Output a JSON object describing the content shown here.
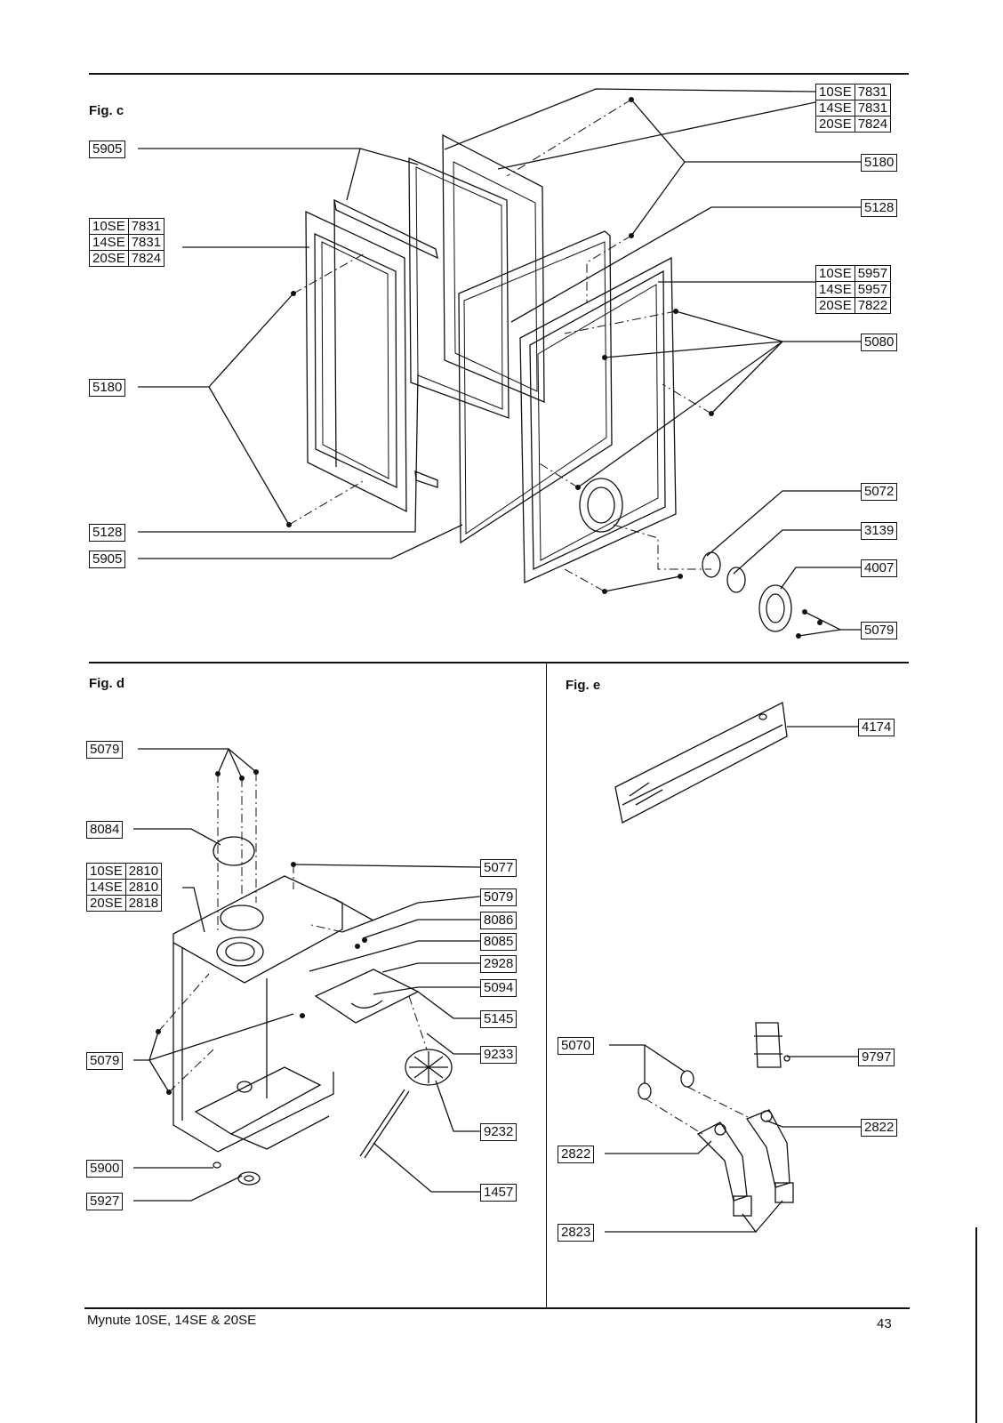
{
  "figures": {
    "c": {
      "title": "Fig. c"
    },
    "d": {
      "title": "Fig. d"
    },
    "e": {
      "title": "Fig. e"
    }
  },
  "fig_c": {
    "table_top_right": [
      [
        "10SE",
        "7831"
      ],
      [
        "14SE",
        "7831"
      ],
      [
        "20SE",
        "7824"
      ]
    ],
    "table_left": [
      [
        "10SE",
        "7831"
      ],
      [
        "14SE",
        "7831"
      ],
      [
        "20SE",
        "7824"
      ]
    ],
    "table_mid_right": [
      [
        "10SE",
        "5957"
      ],
      [
        "14SE",
        "5957"
      ],
      [
        "20SE",
        "7822"
      ]
    ],
    "labels": {
      "l5905a": "5905",
      "l5180a": "5180",
      "l5128a": "5128",
      "l5905b": "5905",
      "r5180": "5180",
      "r5128": "5128",
      "r5080": "5080",
      "r5072": "5072",
      "r3139": "3139",
      "r4007": "4007",
      "r5079": "5079"
    }
  },
  "fig_d": {
    "table_left": [
      [
        "10SE",
        "2810"
      ],
      [
        "14SE",
        "2810"
      ],
      [
        "20SE",
        "2818"
      ]
    ],
    "labels": {
      "l5079a": "5079",
      "l8084": "8084",
      "l5079b": "5079",
      "l5900": "5900",
      "l5927": "5927",
      "r5077": "5077",
      "r5079": "5079",
      "r8086": "8086",
      "r8085": "8085",
      "r2928": "2928",
      "r5094": "5094",
      "r5145": "5145",
      "r9233": "9233",
      "r9232": "9232",
      "r1457": "1457"
    }
  },
  "fig_e": {
    "labels": {
      "r4174": "4174",
      "l5070": "5070",
      "r9797": "9797",
      "r2822": "2822",
      "l2822": "2822",
      "l2823": "2823"
    }
  },
  "footer": {
    "title": "Mynute 10SE, 14SE & 20SE",
    "page": "43"
  }
}
